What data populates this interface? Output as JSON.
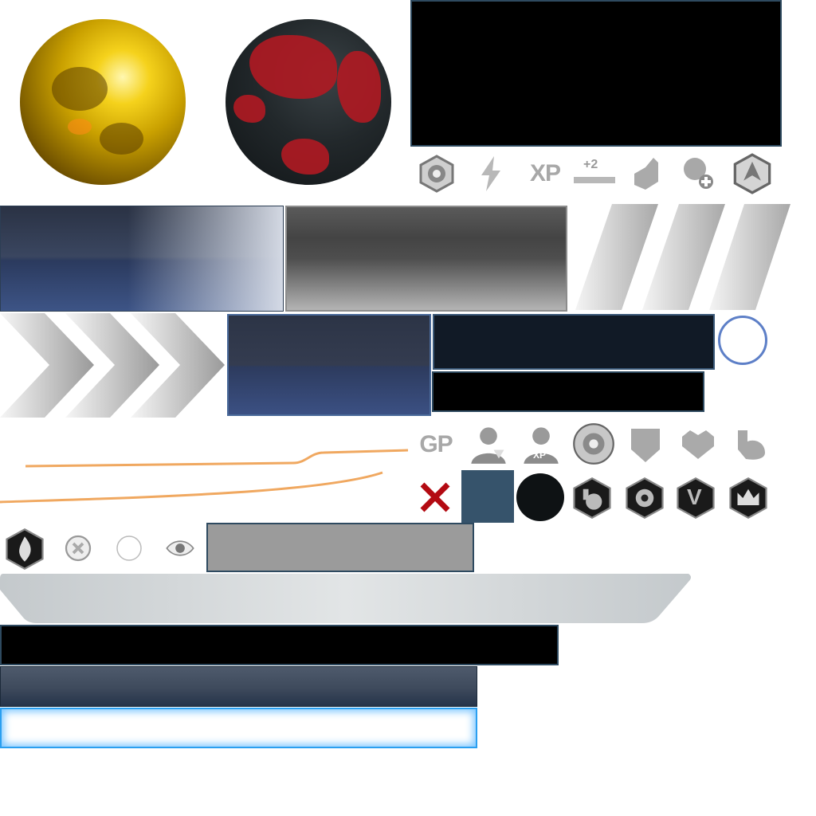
{
  "colors": {
    "gold": "#d9b100",
    "red_land": "#b01a22",
    "panel_border": "#2e4a60",
    "ring_blue": "#5d7fc7",
    "orange_line": "#f0a860",
    "close_red": "#b30a12",
    "slate": "#36536b",
    "glow_blue": "#2a9ff0"
  },
  "icons_row1": {
    "xp_text": "XP",
    "plus_two_text": "+2"
  },
  "icons_row2": {
    "gp_text": "GP",
    "xp_badge_text": "XP"
  },
  "icons_row3": {
    "v_text": "V"
  }
}
